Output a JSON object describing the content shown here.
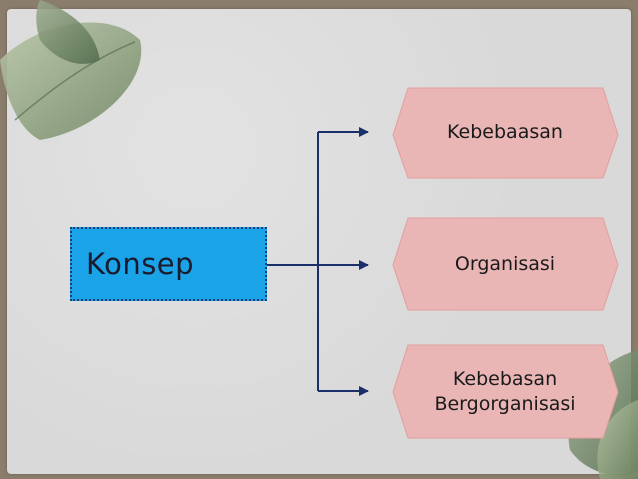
{
  "diagram": {
    "concept": "Konsep",
    "items": [
      {
        "label": "Kebebaasan"
      },
      {
        "label": "Organisasi"
      },
      {
        "label": "Kebebasan Bergorganisasi"
      }
    ]
  },
  "colors": {
    "concept_fill": "#1aa3e6",
    "concept_border": "#1b3c7a",
    "item_fill": "#e9b5b5",
    "arrow": "#1b2f6b"
  }
}
